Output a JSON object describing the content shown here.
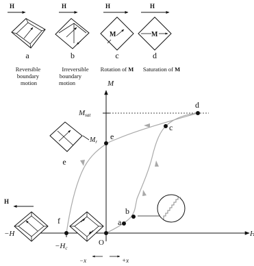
{
  "panels": [
    {
      "letter": "a",
      "caption": [
        "Reversible",
        "boundary",
        "motion"
      ]
    },
    {
      "letter": "b",
      "caption": [
        "Irreversible",
        "boundary",
        "motion"
      ]
    },
    {
      "letter": "c",
      "caption": [
        "Rotation of",
        "M"
      ]
    },
    {
      "letter": "d",
      "caption": [
        "Saturation of",
        "M"
      ]
    }
  ],
  "field_label": "H",
  "magnetization_symbol": "M",
  "axes": {
    "y_label": "M",
    "x_neg_label": "−H",
    "x_pos_label": "H",
    "origin_label": "O",
    "msat_label": "Msat",
    "mr_label": "Mr",
    "hc_label": "−Hc",
    "bottom_neg": "−x",
    "bottom_pos": "+x"
  },
  "curve_points": [
    {
      "letter": "a"
    },
    {
      "letter": "b"
    },
    {
      "letter": "c"
    },
    {
      "letter": "d"
    },
    {
      "letter": "e"
    },
    {
      "letter": "f"
    }
  ],
  "inset_e_label": "e",
  "colors": {
    "axis": "#111111",
    "curve": "#a9a9a9",
    "domain_fill": "#ffffff"
  }
}
